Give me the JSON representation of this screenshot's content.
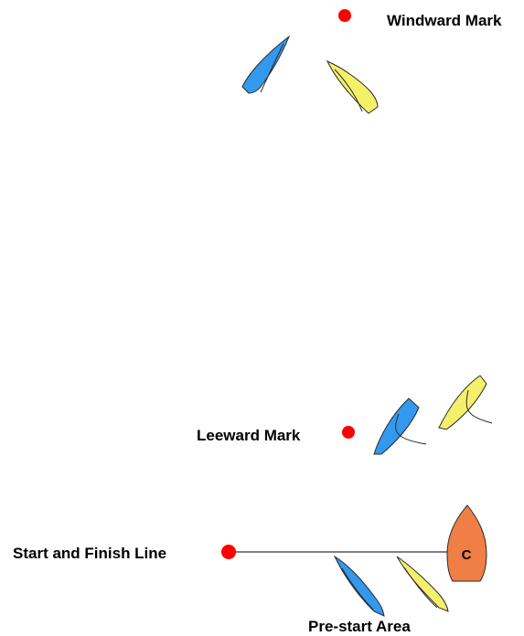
{
  "labels": {
    "windward_mark": "Windward Mark",
    "leeward_mark": "Leeward Mark",
    "start_finish_line": "Start and Finish Line",
    "prestart_area": "Pre-start Area",
    "committee_boat_letter": "C"
  },
  "colors": {
    "mark": "#ff0000",
    "blue_boat": "#3399ee",
    "yellow_boat": "#f5f06a",
    "committee_boat": "#ef7f45",
    "line": "#000000",
    "background": "#ffffff"
  },
  "icons": {
    "mark": "red-buoy-icon",
    "sailboat": "sailboat-icon",
    "committee_boat": "committee-boat-icon"
  }
}
